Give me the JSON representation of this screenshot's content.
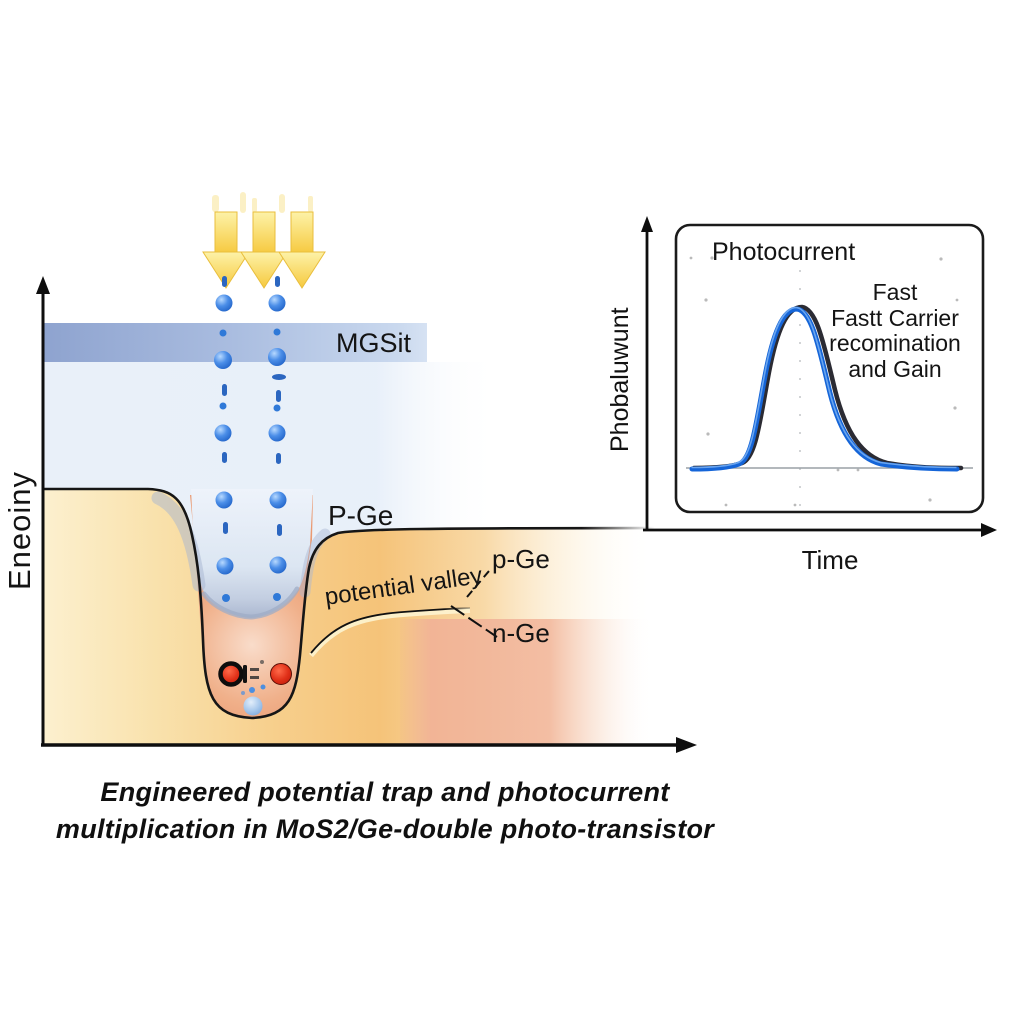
{
  "main_diagram": {
    "y_axis_label": "Eneoiny",
    "band_label": "MGSit",
    "region_label": "P-Ge",
    "valley_label": "potential valley",
    "p_label": "p-Ge",
    "n_label": "n-Ge"
  },
  "inset": {
    "title": "Photocurrent",
    "y_axis_label": "Phobaluwunt",
    "x_axis_label": "Time",
    "annotation_lines": [
      "Fast",
      "Fastt Carrier",
      "recomination",
      "and Gain"
    ]
  },
  "caption": {
    "line1": "Engineered potential trap and photocurrent",
    "line2": "multiplication in MoS2/Ge-double photo-transistor"
  },
  "colors": {
    "mos2_band_blue": "#a9bcdf",
    "background_light_blue": "#e9f0f9",
    "orange_region": "#f6c47c",
    "salmon_region": "#f0b294",
    "well_interior": "#f0b08a",
    "electron_blue": "#2f79d8",
    "photon_yellow": "#f6c93e",
    "trap_red": "#d6281e",
    "curve_blue": "#1565d8",
    "curve_dark": "#2b2b33",
    "outline_black": "#161616"
  },
  "chart_data": {
    "type": "line",
    "title": "Photocurrent",
    "xlabel": "Time",
    "ylabel": "Photocurrent",
    "annotation": "Fast Fastt Carrier recomination and Gain",
    "x": [
      0,
      1,
      2,
      3,
      4,
      5,
      6,
      7,
      8,
      9,
      10
    ],
    "series": [
      {
        "name": "dark-response-curve",
        "color": "#2b2b33",
        "values": [
          0,
          0,
          0.02,
          0.35,
          1.0,
          0.72,
          0.38,
          0.16,
          0.06,
          0.02,
          0
        ]
      },
      {
        "name": "blue-response-curve",
        "color": "#1565d8",
        "values": [
          0,
          0,
          0.03,
          0.38,
          1.0,
          0.68,
          0.34,
          0.13,
          0.04,
          0.01,
          0
        ]
      }
    ],
    "ylim": [
      0,
      1
    ],
    "grid": false,
    "legend_position": "none"
  }
}
